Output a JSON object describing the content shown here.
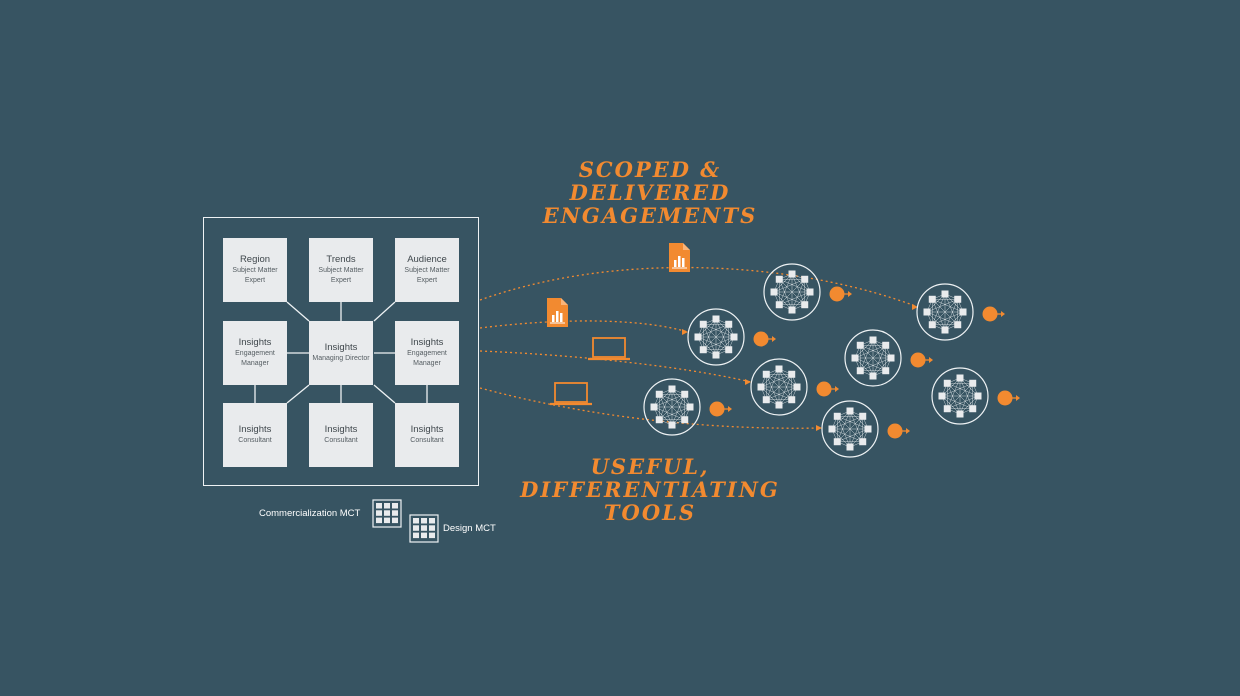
{
  "team": {
    "roles": [
      {
        "id": "region",
        "title": "Region",
        "subtitle": "Subject Matter Expert"
      },
      {
        "id": "trends",
        "title": "Trends",
        "subtitle": "Subject Matter Expert"
      },
      {
        "id": "audience",
        "title": "Audience",
        "subtitle": "Subject Matter Expert"
      },
      {
        "id": "engagement-manager-left",
        "title": "Insights",
        "subtitle": "Engagement Manager"
      },
      {
        "id": "managing-director",
        "title": "Insights",
        "subtitle": "Managing Director"
      },
      {
        "id": "engagement-manager-right",
        "title": "Insights",
        "subtitle": "Engagement Manager"
      },
      {
        "id": "consultant-left",
        "title": "Insights",
        "subtitle": "Consultant"
      },
      {
        "id": "consultant-center",
        "title": "Insights",
        "subtitle": "Consultant"
      },
      {
        "id": "consultant-right",
        "title": "Insights",
        "subtitle": "Consultant"
      }
    ]
  },
  "legend": {
    "commercialization": "Commercialization MCT",
    "design": "Design MCT"
  },
  "headings": {
    "top": [
      "SCOPED &",
      "DELIVERED",
      "ENGAGEMENTS"
    ],
    "bottom": [
      "USEFUL,",
      "DIFFERENTIATING",
      "TOOLS"
    ]
  },
  "icons": [
    "report-icon",
    "report-icon",
    "laptop-icon",
    "laptop-icon",
    "network-icon",
    "output-arrow-icon"
  ],
  "colors": {
    "background": "#375462",
    "accent": "#f28a30",
    "box": "#e9ebed",
    "line": "#eef2f4"
  }
}
